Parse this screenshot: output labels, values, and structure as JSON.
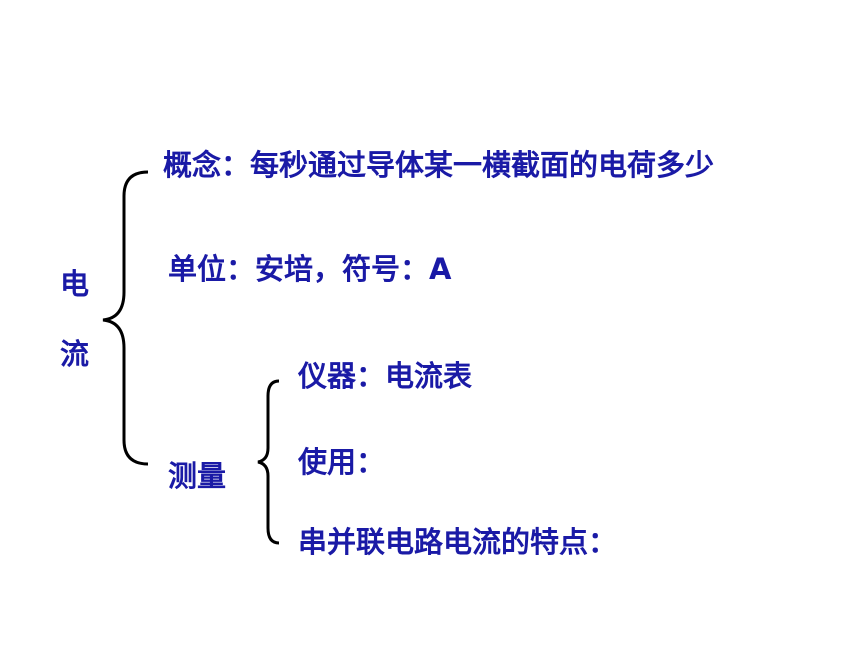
{
  "colors": {
    "text": "#1a1aa6",
    "brace": "#000000"
  },
  "main_topic": {
    "char1": "电",
    "char2": "流"
  },
  "items": {
    "concept": "概念：每秒通过导体某一横截面的电荷多少",
    "unit": "单位：安培，符号：A",
    "measure": "测量"
  },
  "sub_items": {
    "instrument": "仪器：电流表",
    "usage": "使用：",
    "series_parallel": "串并联电路电流的特点："
  }
}
